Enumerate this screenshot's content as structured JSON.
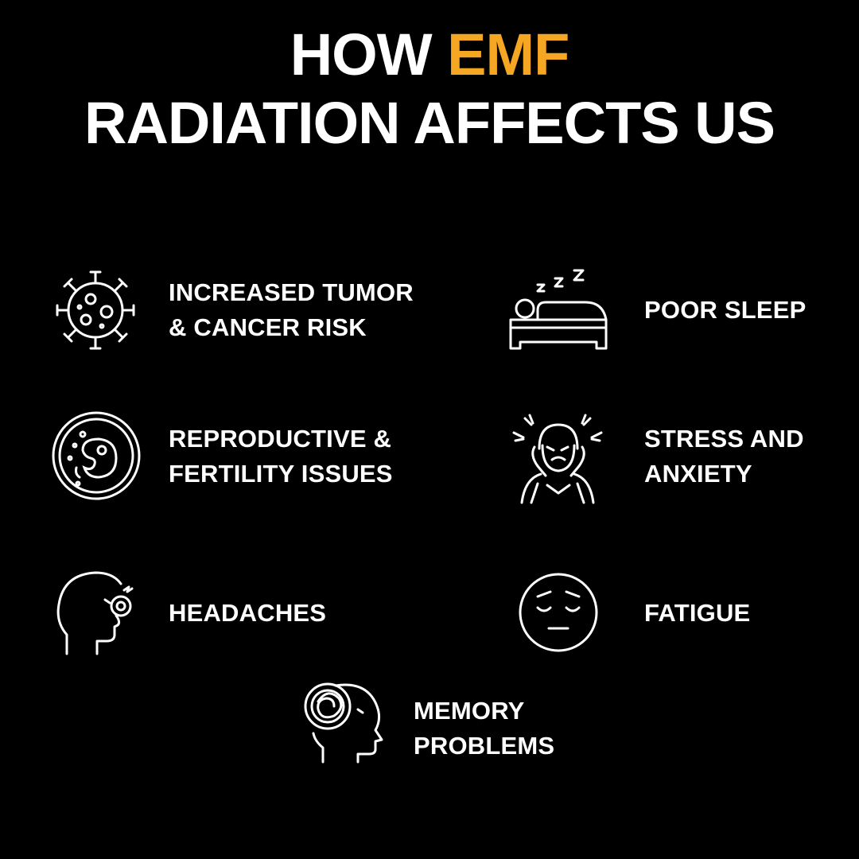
{
  "title": {
    "prefix": "HOW",
    "highlight": "EMF",
    "line2": "RADIATION AFFECTS US",
    "accent_color": "#f5a623"
  },
  "effects": [
    {
      "icon": "virus-icon",
      "lines": [
        "INCREASED TUMOR",
        "& CANCER RISK"
      ]
    },
    {
      "icon": "sleeping-bed-icon",
      "lines": [
        "POOR SLEEP"
      ]
    },
    {
      "icon": "embryo-icon",
      "lines": [
        "REPRODUCTIVE &",
        "FERTILITY ISSUES"
      ]
    },
    {
      "icon": "stressed-person-icon",
      "lines": [
        "STRESS AND",
        "ANXIETY"
      ]
    },
    {
      "icon": "headache-head-icon",
      "lines": [
        "HEADACHES"
      ]
    },
    {
      "icon": "tired-face-icon",
      "lines": [
        "FATIGUE"
      ]
    },
    {
      "icon": "memory-head-icon",
      "lines": [
        "MEMORY",
        "PROBLEMS"
      ]
    }
  ]
}
